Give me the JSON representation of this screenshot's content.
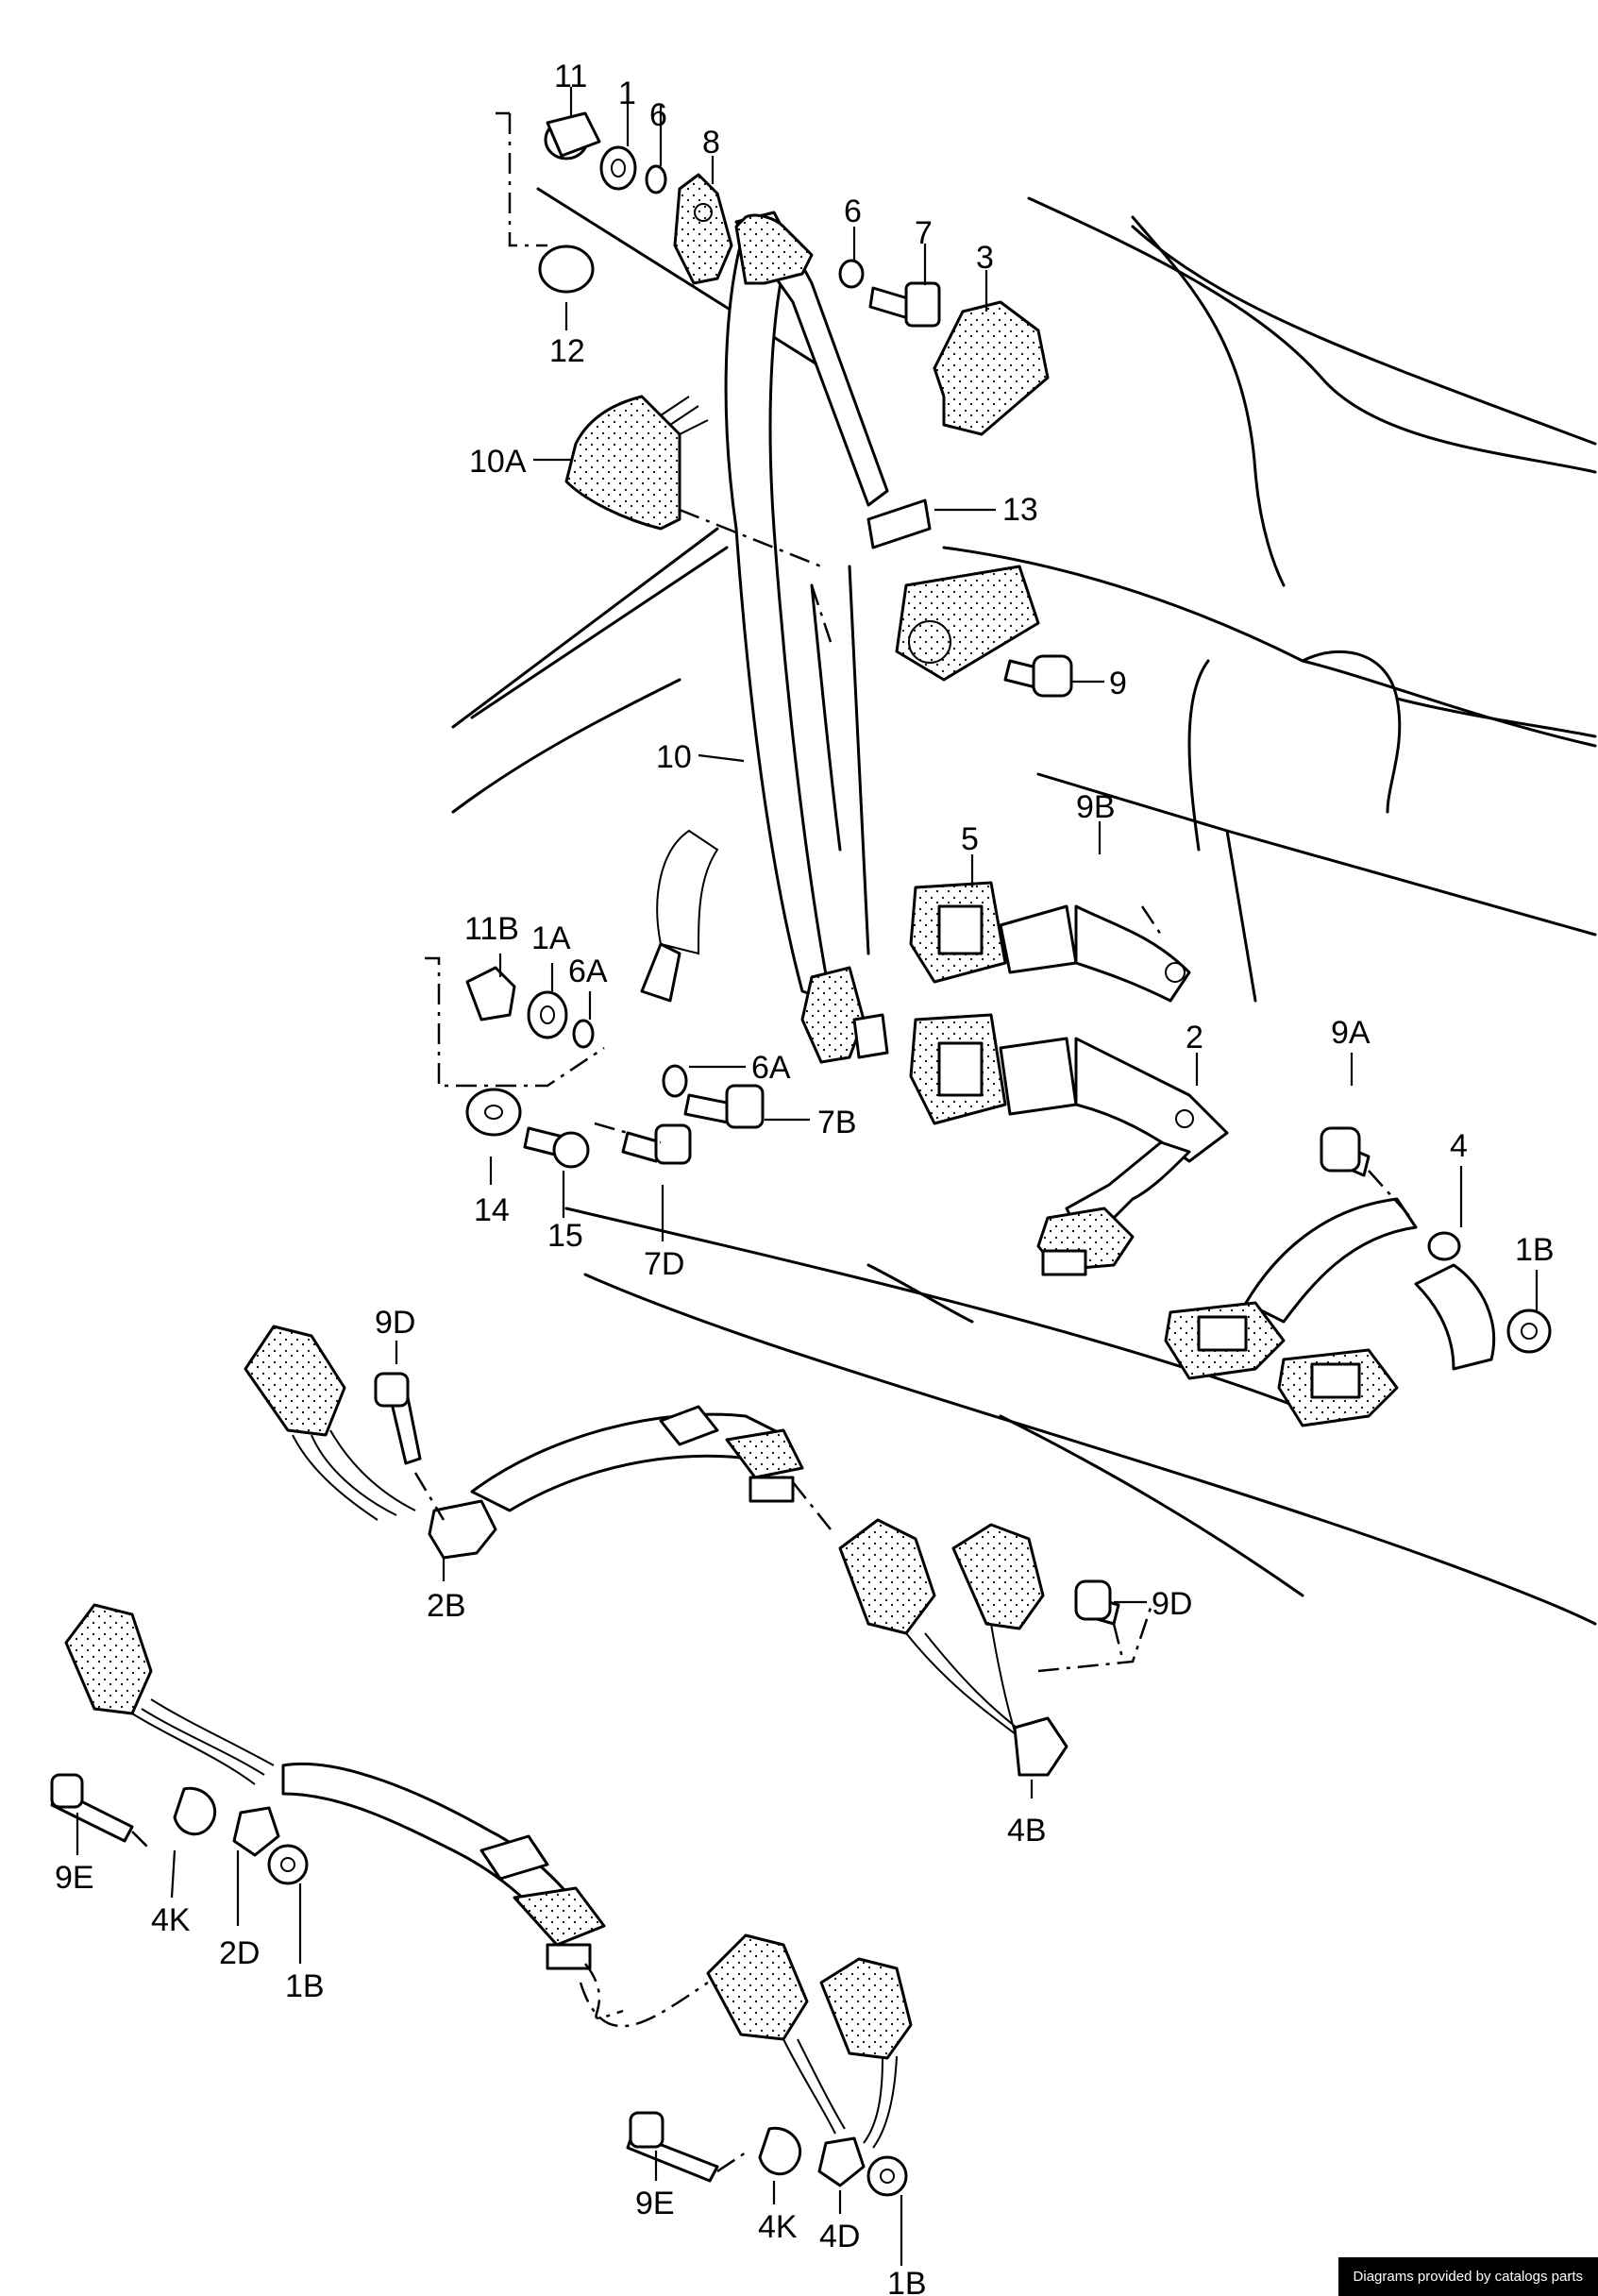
{
  "credit": "Diagrams provided by catalogs parts",
  "labels": {
    "l11": "11",
    "l1": "1",
    "l6a": "6",
    "l8": "8",
    "l6b": "6",
    "l7": "7",
    "l3": "3",
    "l12": "12",
    "l10A": "10A",
    "l13": "13",
    "l9": "9",
    "l10": "10",
    "l5": "5",
    "l9B": "9B",
    "l11B": "11B",
    "l1A": "1A",
    "l6A": "6A",
    "l6A2": "6A",
    "l7B": "7B",
    "l2": "2",
    "l9A": "9A",
    "l4": "4",
    "l1B": "1B",
    "l14": "14",
    "l15": "15",
    "l7D": "7D",
    "l9D": "9D",
    "l2B": "2B",
    "l9D2": "9D",
    "l4B": "4B",
    "l9E": "9E",
    "l4K": "4K",
    "l2D": "2D",
    "l1B2": "1B",
    "l9E2": "9E",
    "l4K2": "4K",
    "l4D": "4D",
    "l1B3": "1B"
  }
}
